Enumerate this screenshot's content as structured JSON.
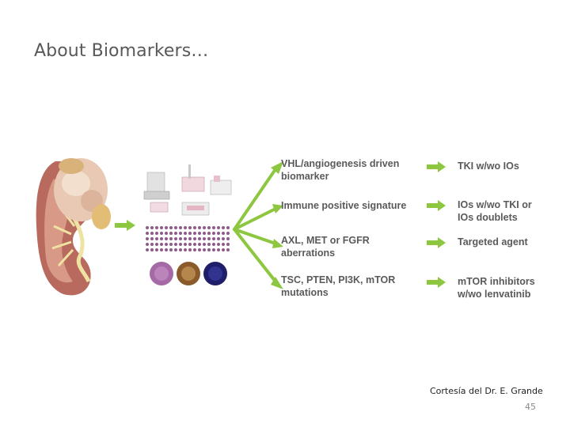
{
  "slide": {
    "title": "About Biomarkers…",
    "footer_credit": "Cortesía del Dr. E. Grande",
    "page_number": "45"
  },
  "diagram": {
    "biomarkers": [
      {
        "line1": "VHL/angiogenesis driven",
        "line2": "biomarker"
      },
      {
        "line1": "Immune positive signature",
        "line2": ""
      },
      {
        "line1": "AXL, MET or FGFR",
        "line2": "aberrations"
      },
      {
        "line1": "TSC, PTEN, PI3K, mTOR",
        "line2": "mutations"
      }
    ],
    "treatments": [
      {
        "line1": "TKI w/wo IOs",
        "line2": ""
      },
      {
        "line1": "IOs w/wo TKI or",
        "line2": "IOs doublets"
      },
      {
        "line1": "Targeted agent",
        "line2": ""
      },
      {
        "line1": "mTOR inhibitors",
        "line2": "w/wo lenvatinib"
      }
    ],
    "colors": {
      "arrow": "#8dc63f",
      "text": "#5a5a5a"
    },
    "icons": [
      "kidney-illustration",
      "lab-workflow-illustration",
      "tissue-microarray",
      "stained-cells"
    ]
  }
}
